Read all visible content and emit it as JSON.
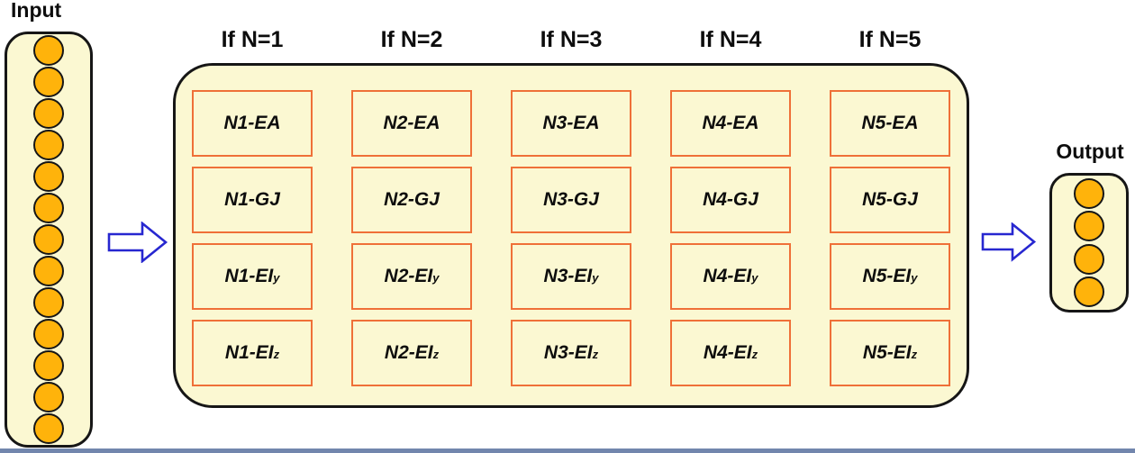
{
  "colors": {
    "panel_fill": "#FBF8D2",
    "dark_border": "#161616",
    "cell_border": "#EF7038",
    "node_fill": "#FFB30B",
    "arrow_blue": "#2727D0",
    "bottom_bar": "#7286AD"
  },
  "input": {
    "label": "Input",
    "node_count": 13
  },
  "output": {
    "label": "Output",
    "node_count": 4
  },
  "model": {
    "columns": [
      {
        "header": "If N=1",
        "cells": [
          {
            "text": "N1-EA",
            "sub": ""
          },
          {
            "text": "N1-GJ",
            "sub": ""
          },
          {
            "text": "N1-EI",
            "sub": "y"
          },
          {
            "text": "N1-EI",
            "sub": "z"
          }
        ]
      },
      {
        "header": "If N=2",
        "cells": [
          {
            "text": "N2-EA",
            "sub": ""
          },
          {
            "text": "N2-GJ",
            "sub": ""
          },
          {
            "text": "N2-EI",
            "sub": "y"
          },
          {
            "text": "N2-EI",
            "sub": "z"
          }
        ]
      },
      {
        "header": "If N=3",
        "cells": [
          {
            "text": "N3-EA",
            "sub": ""
          },
          {
            "text": "N3-GJ",
            "sub": ""
          },
          {
            "text": "N3-EI",
            "sub": "y"
          },
          {
            "text": "N3-EI",
            "sub": "z"
          }
        ]
      },
      {
        "header": "If N=4",
        "cells": [
          {
            "text": "N4-EA",
            "sub": ""
          },
          {
            "text": "N4-GJ",
            "sub": ""
          },
          {
            "text": "N4-EI",
            "sub": "y"
          },
          {
            "text": "N4-EI",
            "sub": "z"
          }
        ]
      },
      {
        "header": "If N=5",
        "cells": [
          {
            "text": "N5-EA",
            "sub": ""
          },
          {
            "text": "N5-GJ",
            "sub": ""
          },
          {
            "text": "N5-EI",
            "sub": "y"
          },
          {
            "text": "N5-EI",
            "sub": "z"
          }
        ]
      }
    ],
    "row_count": 4
  }
}
